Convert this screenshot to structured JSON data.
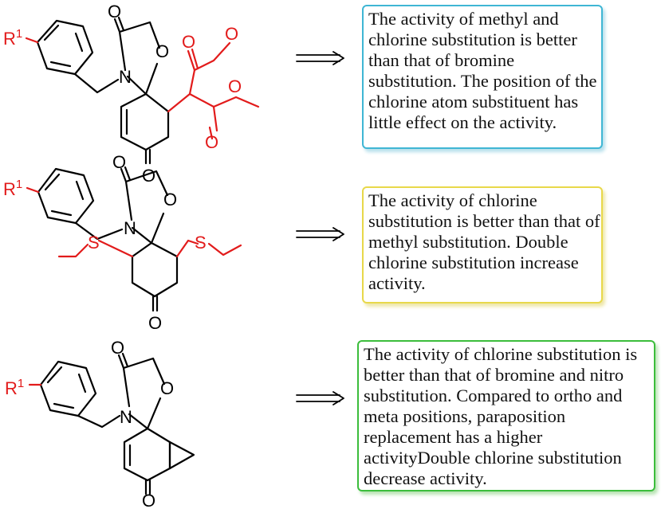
{
  "colors": {
    "bond": "#000000",
    "highlight": "#e21b1b",
    "box1_border": "#3fb6d4",
    "box2_border": "#e8d84a",
    "box3_border": "#3cbd3c"
  },
  "structures": [
    {
      "r_label": "R",
      "r_sup": "1",
      "atoms": [
        "O",
        "O",
        "N",
        "O",
        "O",
        "O",
        "O"
      ]
    },
    {
      "r_label": "R",
      "r_sup": "1",
      "atoms": [
        "O",
        "N",
        "O",
        "S",
        "S",
        "O"
      ]
    },
    {
      "r_label": "R",
      "r_sup": "1",
      "atoms": [
        "O",
        "N",
        "O",
        "O"
      ]
    }
  ],
  "arrows": [
    "arrow-icon",
    "arrow-icon",
    "arrow-icon"
  ],
  "notes": [
    {
      "lines": [
        "The activity of methyl and",
        "chlorine substitution is better",
        "than that of bromine",
        "substitution. The position of the",
        "chlorine atom substituent has",
        "little effect on the activity."
      ]
    },
    {
      "lines": [
        "The activity of chlorine",
        "substitution is better than that of",
        "methyl substitution. Double",
        "chlorine substitution increase",
        "activity."
      ]
    },
    {
      "lines": [
        "The activity of chlorine substitution is",
        "better than that of bromine and nitro",
        "substitution. Compared to ortho and",
        "meta positions, paraposition",
        "replacement has a higher",
        "activityDouble chlorine substitution",
        "decrease activity."
      ]
    }
  ]
}
